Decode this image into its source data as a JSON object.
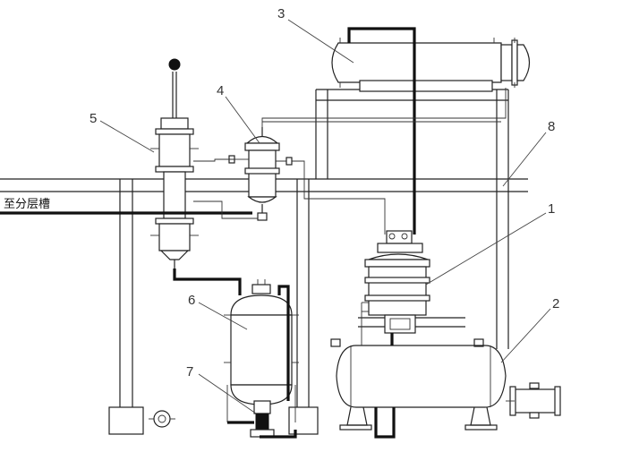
{
  "labels": {
    "l1": "1",
    "l2": "2",
    "l3": "3",
    "l4": "4",
    "l5": "5",
    "l6": "6",
    "l7": "7",
    "l8": "8"
  },
  "annotation": "至分层槽",
  "colors": {
    "line": "#222222",
    "pipe": "#111111",
    "label": "#333333",
    "background": "#ffffff"
  }
}
